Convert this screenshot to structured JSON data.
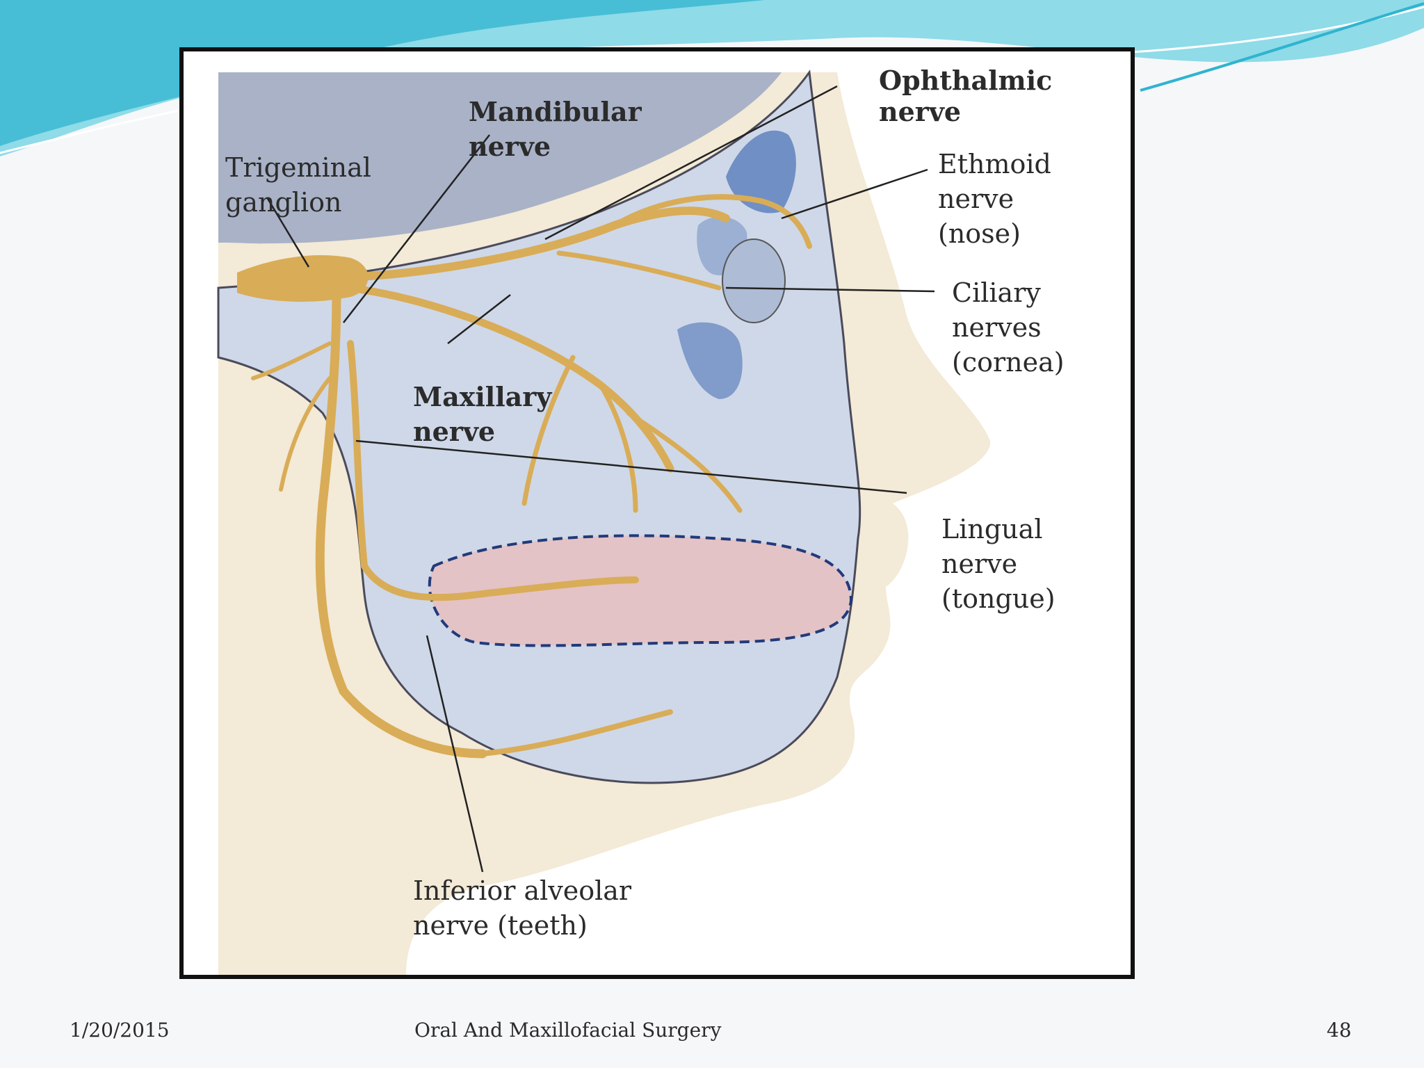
{
  "figure": {
    "labels": {
      "ophthalmic": [
        "Ophthalmic",
        "nerve"
      ],
      "mandibular": [
        "Mandibular",
        "nerve"
      ],
      "trigeminal": [
        "Trigeminal",
        "ganglion"
      ],
      "ethmoid": [
        "Ethmoid",
        "nerve",
        "(nose)"
      ],
      "ciliary": [
        "Ciliary",
        "nerves",
        "(cornea)"
      ],
      "maxillary": [
        "Maxillary",
        "nerve"
      ],
      "lingual": [
        "Lingual",
        "nerve",
        "(tongue)"
      ],
      "inferior_alveolar": [
        "Inferior alveolar",
        "nerve (teeth)"
      ]
    },
    "colors": {
      "nerve": "#d9ac57",
      "skin": "#f3ead7",
      "skull": "#cfd8e8",
      "brain": "#a9b2c7",
      "tongue": "#e3c3c6",
      "sinus": "#5f82bd"
    }
  },
  "footer": {
    "date": "1/20/2015",
    "title": "Oral And Maxillofacial Surgery",
    "page": "48"
  },
  "theme": {
    "wave_dark": "#2fb4cf",
    "wave_light": "#8fdbe8"
  }
}
